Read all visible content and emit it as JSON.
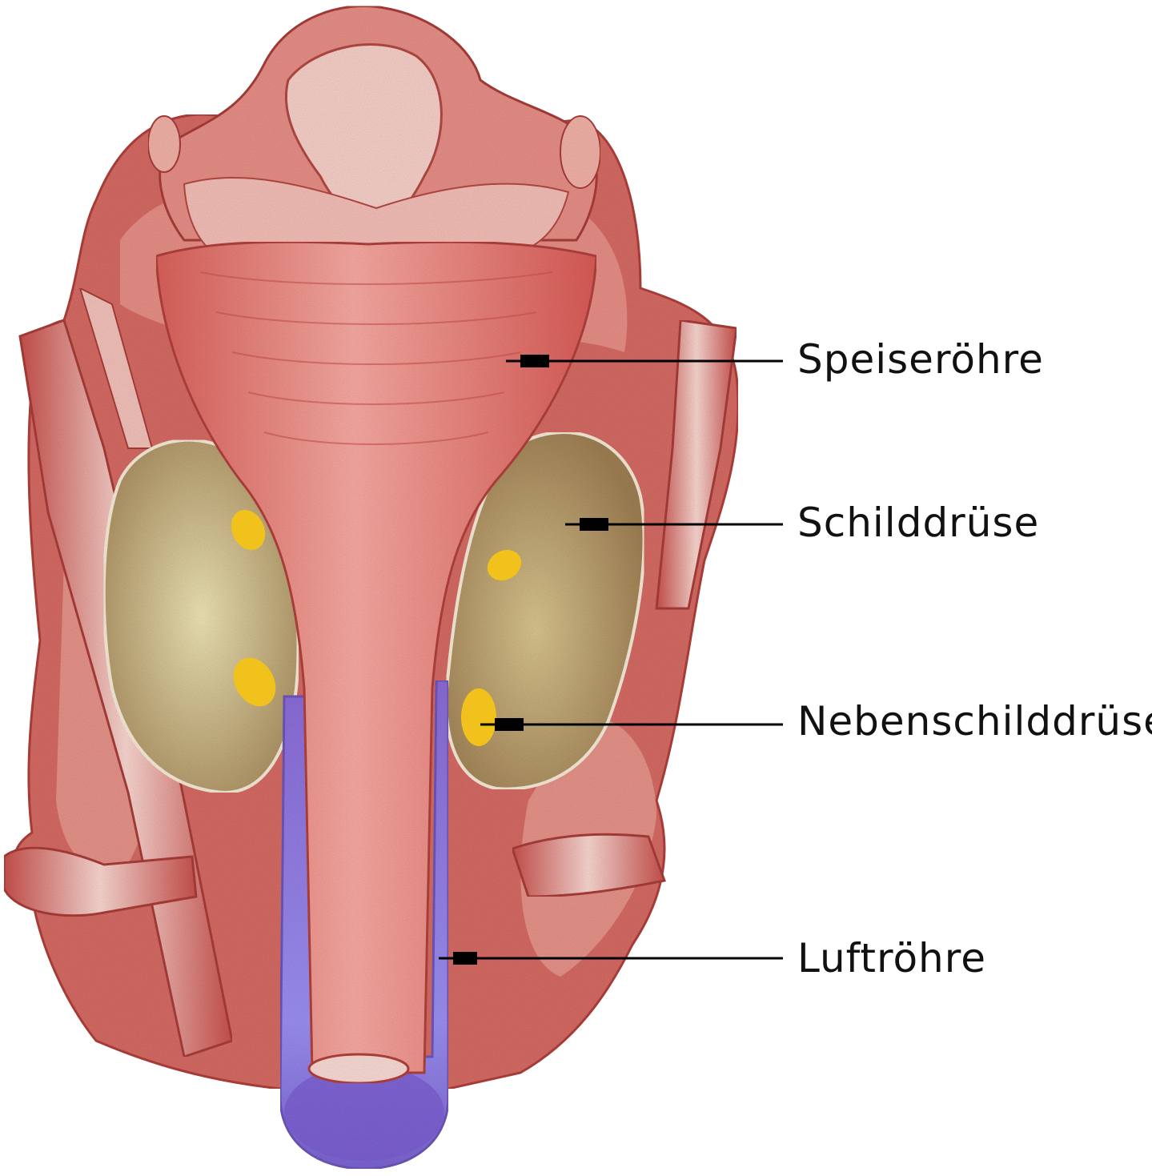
{
  "labels": {
    "speiseroehre": "Speiseröhre",
    "schilddruese": "Schilddrüse",
    "nebenschilddruese": "Nebenschilddrüse",
    "luftroehre": "Luftröhre"
  },
  "colors": {
    "background": "#ffffff",
    "tissue_red": "#c94b4b",
    "tissue_light": "#f2b5ac",
    "esophagus": "#ef8d88",
    "thyroid": "#b99c6c",
    "thyroid_light": "#e6dca8",
    "parathyroid": "#f2c21c",
    "trachea": "#8f7fe0",
    "leader_line": "#000000"
  }
}
